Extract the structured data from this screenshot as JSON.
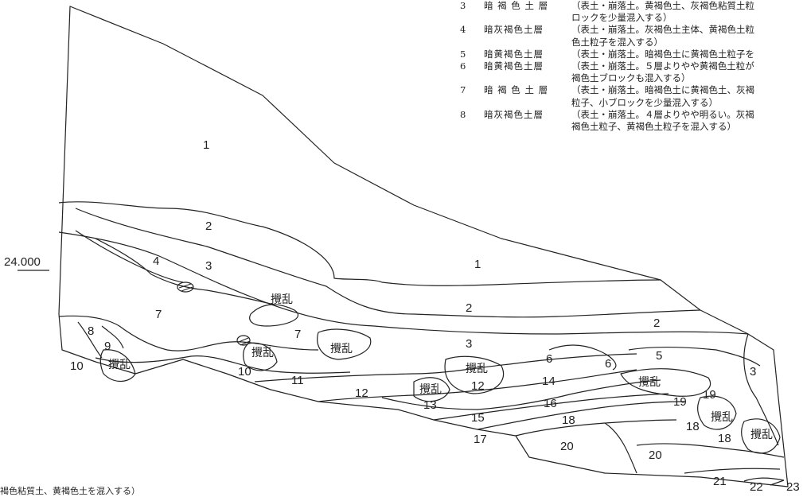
{
  "diagram": {
    "elevation_label": "24.000",
    "layer_labels": [
      "1",
      "1",
      "2",
      "2",
      "2",
      "3",
      "3",
      "3",
      "4",
      "5",
      "6",
      "6",
      "7",
      "7",
      "8",
      "9",
      "10",
      "10",
      "11",
      "12",
      "12",
      "13",
      "14",
      "15",
      "16",
      "17",
      "18",
      "18",
      "18",
      "19",
      "19",
      "20",
      "20",
      "21",
      "22",
      "23"
    ],
    "disturbance_label": "攪乱"
  },
  "legend": [
    {
      "num": "3",
      "name": "暗 褐 色 土 層",
      "desc": "（表土・崩落土。黄褐色土、灰褐色粘質土粒",
      "cont": "ロックを少量混入する）"
    },
    {
      "num": "4",
      "name": "暗灰褐色土層",
      "desc": "（表土・崩落土。灰褐色土主体、黄褐色土粒",
      "cont": "色土粒子を混入する）"
    },
    {
      "num": "5",
      "name": "暗黄褐色土層",
      "desc": "（表土・崩落土。暗褐色土に黄褐色土粒子を",
      "cont": ""
    },
    {
      "num": "6",
      "name": "暗黄褐色土層",
      "desc": "（表土・崩落土。５層よりやや黄褐色土粒が",
      "cont": "褐色土ブロックも混入する）"
    },
    {
      "num": "7",
      "name": "暗 褐 色 土 層",
      "desc": "（表土・崩落土。暗褐色土に黄褐色土、灰褐",
      "cont": "粒子、小ブロックを少量混入する）"
    },
    {
      "num": "8",
      "name": "暗灰褐色土層",
      "desc": "（表土・崩落土。４層よりやや明るい。灰褐",
      "cont": "褐色土粒子、黄褐色土粒子を混入する）"
    }
  ],
  "footnote": "褐色粘質土、黄褐色土を混入する）"
}
